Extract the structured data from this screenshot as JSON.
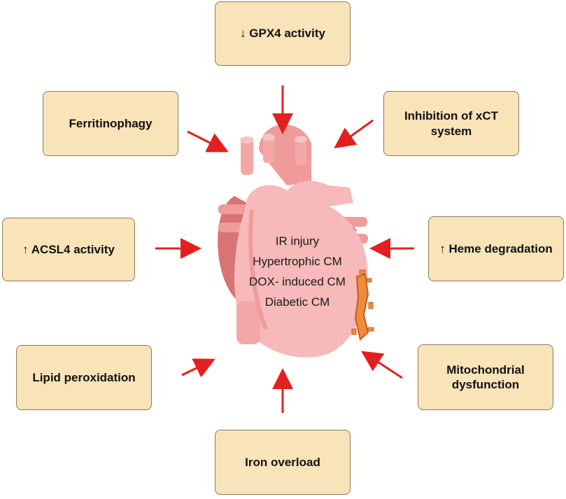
{
  "boxes": {
    "gpx4": "↓ GPX4 activity",
    "ferritinophagy": "Ferritinophagy",
    "xct": "Inhibition of xCT system",
    "acsl4": "↑ ACSL4 activity",
    "heme": "↑ Heme degradation",
    "lipid": "Lipid peroxidation",
    "mito": "Mitochondrial dysfunction",
    "iron": "Iron overload"
  },
  "center": {
    "lines": [
      "IR injury",
      "Hypertrophic CM",
      "DOX- induced CM",
      "Diabetic CM"
    ]
  },
  "colors": {
    "box_fill": "#f9e3b8",
    "box_border": "#8a7a5a",
    "arrow": "#e41f1f",
    "heart_light": "#f7b9b9",
    "heart_mid": "#ef9b9b",
    "heart_dark": "#d87474",
    "patch": "#f08a3c"
  }
}
